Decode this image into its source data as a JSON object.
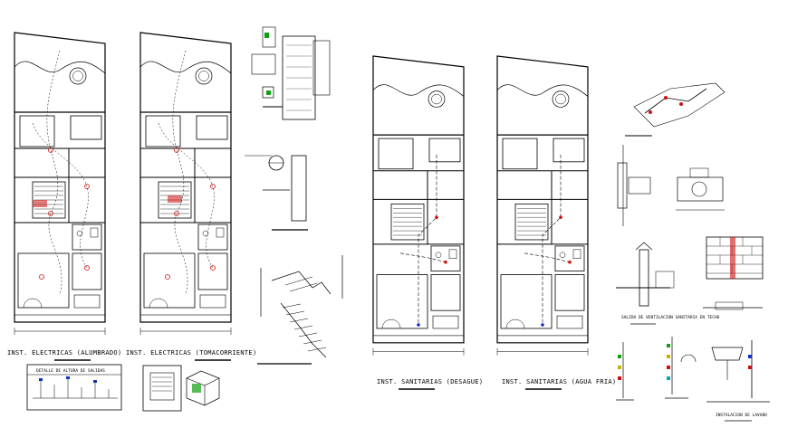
{
  "sheet_labels": {
    "plan1": "INST. ELECTRICAS (ALUMBRADO)",
    "plan2": "INST. ELECTRICAS (TOMACORRIENTE)",
    "plan3": "INST. SANITARIAS (DESAGUE)",
    "plan4": "INST. SANITARIAS (AGUA FRIA)",
    "detail_ventilacion": "SALIDA DE VENTILACION SANITARIA EN TECHO",
    "detail_lavabo": "INSTALACION DE LAVABO",
    "legend_table": "DETALLE DE ALTURA DE SALIDAS"
  },
  "colors": {
    "line": "#000000",
    "red": "#d01010",
    "green": "#10a010",
    "blue": "#1030c0",
    "cyan": "#10a0c0",
    "yellow": "#c8b000"
  }
}
